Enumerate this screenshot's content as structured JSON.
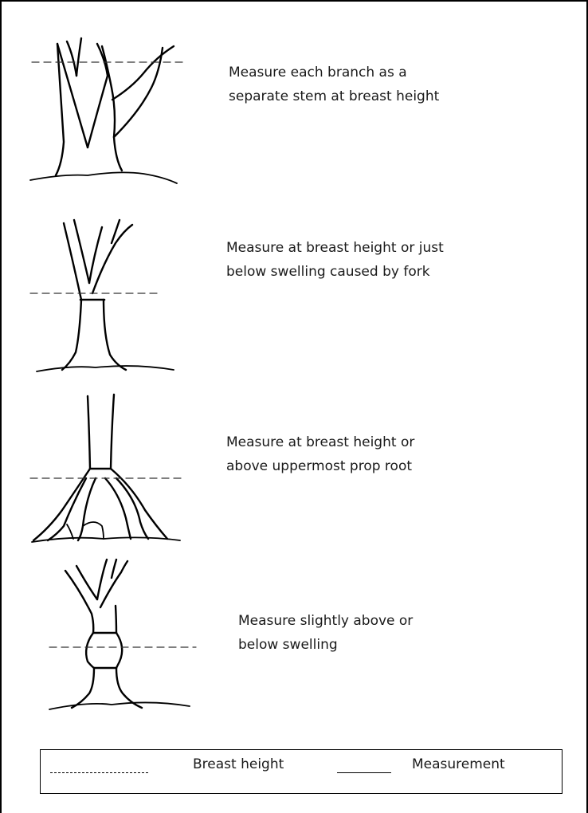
{
  "captions": {
    "fig1": [
      "Measure each branch as a",
      "separate stem at breast height"
    ],
    "fig2": [
      "Measure at breast height or just",
      "below swelling caused by fork"
    ],
    "fig3": [
      "Measure at breast height or",
      "above uppermost prop root"
    ],
    "fig4": [
      "Measure slightly above or",
      "below swelling"
    ]
  },
  "legend": {
    "breast_height": "Breast height",
    "measurement": "Measurement"
  }
}
